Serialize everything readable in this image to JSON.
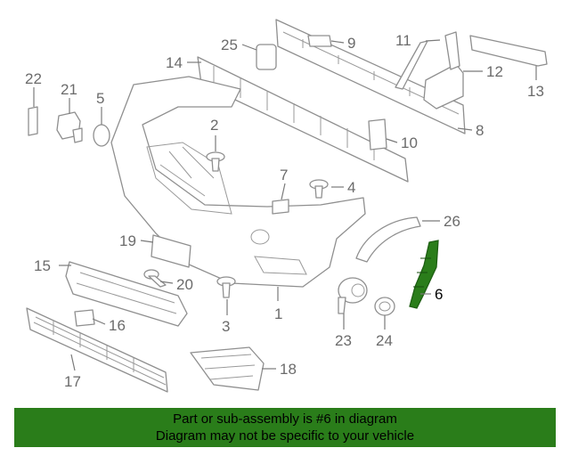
{
  "diagram": {
    "highlight_color": "#2a7d1a",
    "highlighted_part": "6",
    "callouts": [
      "1",
      "2",
      "3",
      "4",
      "5",
      "6",
      "7",
      "8",
      "9",
      "10",
      "11",
      "12",
      "13",
      "14",
      "15",
      "16",
      "17",
      "18",
      "19",
      "20",
      "21",
      "22",
      "23",
      "24",
      "25",
      "26"
    ]
  },
  "banner": {
    "line1": "Part or sub-assembly is #6 in diagram",
    "line2": "Diagram may not be specific to your vehicle",
    "background": "#2a7d1a"
  }
}
